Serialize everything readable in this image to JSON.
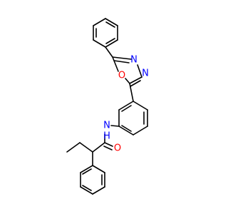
{
  "atoms": {
    "oxadiazole_O": "O",
    "oxadiazole_N1": "N",
    "oxadiazole_N2": "N",
    "amide_N": "N",
    "amide_H": "H",
    "carbonyl_O": "O"
  },
  "colors": {
    "nitrogen": "#0000ff",
    "oxygen": "#ff0000",
    "bond": "#000000"
  }
}
